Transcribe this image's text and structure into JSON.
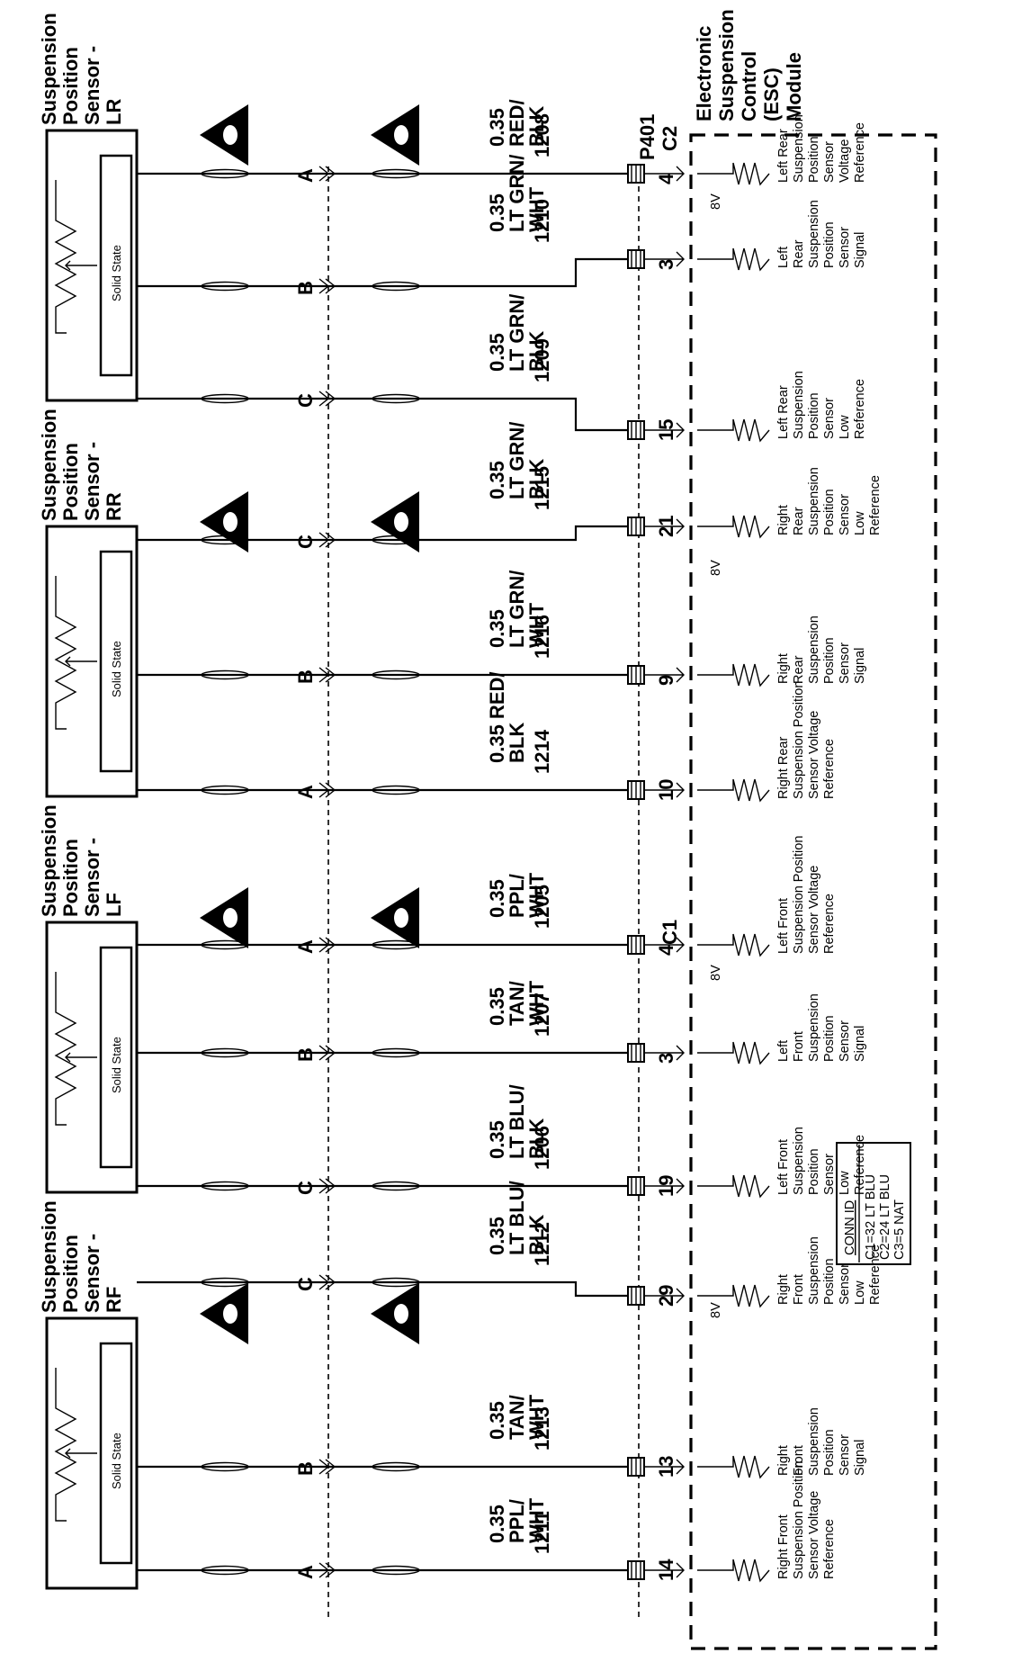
{
  "diagram": {
    "module": {
      "title_lines": [
        "Electronic",
        "Suspension",
        "Control",
        "(ESC)",
        "Module"
      ],
      "connectors": [
        "P401",
        "C2",
        "C1"
      ],
      "conn_id": {
        "title": "CONN ID",
        "lines": [
          "C1=32 LT BLU",
          "C2=24 LT BLU",
          "C3=5 NAT"
        ]
      },
      "voltage": "8V"
    },
    "sensors": [
      {
        "name_lines": [
          "Suspension",
          "Position",
          "Sensor -",
          "LR"
        ],
        "element_label": "Solid State",
        "pins": [
          {
            "letter": "A",
            "circuit": "1208",
            "wire": [
              "0.35",
              "RED/",
              "BLK"
            ],
            "module_pin": "4",
            "desc": [
              "Left Rear",
              "Suspension",
              "Position",
              "Sensor",
              "Voltage",
              "Reference"
            ]
          },
          {
            "letter": "B",
            "circuit": "1210",
            "wire": [
              "0.35",
              "LT GRN/",
              "WHT"
            ],
            "module_pin": "3",
            "desc": [
              "Left",
              "Rear",
              "Suspension",
              "Position",
              "Sensor",
              "Signal"
            ]
          },
          {
            "letter": "C",
            "circuit": "1209",
            "wire": [
              "0.35",
              "LT GRN/",
              "BLK"
            ],
            "module_pin": "15",
            "desc": [
              "Left Rear",
              "Suspension",
              "Position",
              "Sensor",
              "Low",
              "Reference"
            ]
          }
        ]
      },
      {
        "name_lines": [
          "Suspension",
          "Position",
          "Sensor -",
          "RR"
        ],
        "element_label": "Solid State",
        "pins": [
          {
            "letter": "C",
            "circuit": "1215",
            "wire": [
              "0.35",
              "LT GRN/",
              "BLK"
            ],
            "module_pin": "21",
            "desc": [
              "Right",
              "Rear",
              "Suspension",
              "Position",
              "Sensor",
              "Low",
              "Reference"
            ]
          },
          {
            "letter": "B",
            "circuit": "1216",
            "wire": [
              "0.35",
              "LT GRN/",
              "WHT"
            ],
            "module_pin": "9",
            "desc": [
              "Right",
              "Rear",
              "Suspension",
              "Position",
              "Sensor",
              "Signal"
            ]
          },
          {
            "letter": "A",
            "circuit": "1214",
            "wire": [
              "0.35 RED/",
              "BLK"
            ],
            "module_pin": "10",
            "desc": [
              "Right Rear",
              "Suspension Position",
              "Sensor Voltage",
              "Reference"
            ]
          }
        ]
      },
      {
        "name_lines": [
          "Suspension",
          "Position",
          "Sensor -",
          "LF"
        ],
        "element_label": "Solid State",
        "pins": [
          {
            "letter": "A",
            "circuit": "1205",
            "wire": [
              "0.35",
              "PPL/",
              "WHT"
            ],
            "module_pin": "4",
            "desc": [
              "Left Front",
              "Suspension Position",
              "Sensor Voltage",
              "Reference"
            ]
          },
          {
            "letter": "B",
            "circuit": "1207",
            "wire": [
              "0.35",
              "TAN/",
              "WHT"
            ],
            "module_pin": "3",
            "desc": [
              "Left",
              "Front",
              "Suspension",
              "Position",
              "Sensor",
              "Signal"
            ]
          },
          {
            "letter": "C",
            "circuit": "1206",
            "wire": [
              "0.35",
              "LT BLU/",
              "BLK"
            ],
            "module_pin": "19",
            "desc": [
              "Left Front",
              "Suspension",
              "Position",
              "Sensor",
              "Low",
              "Reference"
            ]
          }
        ]
      },
      {
        "name_lines": [
          "Suspension",
          "Position",
          "Sensor -",
          "RF"
        ],
        "element_label": "Solid State",
        "pins": [
          {
            "letter": "C",
            "circuit": "1212",
            "wire": [
              "0.35",
              "LT BLU/",
              "BLK"
            ],
            "module_pin": "29",
            "desc": [
              "Right",
              "Front",
              "Suspension",
              "Position",
              "Sensor",
              "Low",
              "Reference"
            ]
          },
          {
            "letter": "B",
            "circuit": "1213",
            "wire": [
              "0.35",
              "TAN/",
              "WHT"
            ],
            "module_pin": "13",
            "desc": [
              "Right",
              "Front",
              "Suspension",
              "Position",
              "Sensor",
              "Signal"
            ]
          },
          {
            "letter": "A",
            "circuit": "1211",
            "wire": [
              "0.35",
              "PPL/",
              "WHT"
            ],
            "module_pin": "14",
            "desc": [
              "Right Front",
              "Suspension Position",
              "Sensor Voltage",
              "Reference"
            ]
          }
        ]
      }
    ]
  }
}
